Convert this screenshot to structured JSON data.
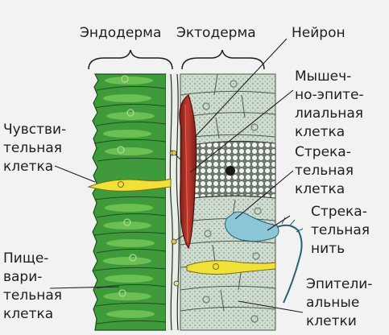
{
  "labels": {
    "endoderm": "Эндодерма",
    "ectoderm": "Эктодерма",
    "neuron": "Нейрон",
    "muscle_epithelial": [
      "Мышеч-",
      "но-эпите-",
      "лиальная",
      "клетка"
    ],
    "sensory": [
      "Чувстви-",
      "тельная",
      "клетка"
    ],
    "cnidocyte": [
      "Стрека-",
      "тельная",
      "клетка"
    ],
    "cnidocil": [
      "Стрека-",
      "тельная",
      "нить"
    ],
    "digestive": [
      "Пище-",
      "вари-",
      "тельная",
      "клетка"
    ],
    "epithelial": [
      "Эпители-",
      "альные",
      "клетки"
    ]
  },
  "colors": {
    "endoderm_cells": "#3f9a3c",
    "endoderm_light": "#6cbf52",
    "ectoderm_cells": "#cfdccf",
    "neuron": "#b8332a",
    "sensory_cell": "#efe13a",
    "cnidocil": "#8cc6d9",
    "line": "#1e1e1e"
  }
}
